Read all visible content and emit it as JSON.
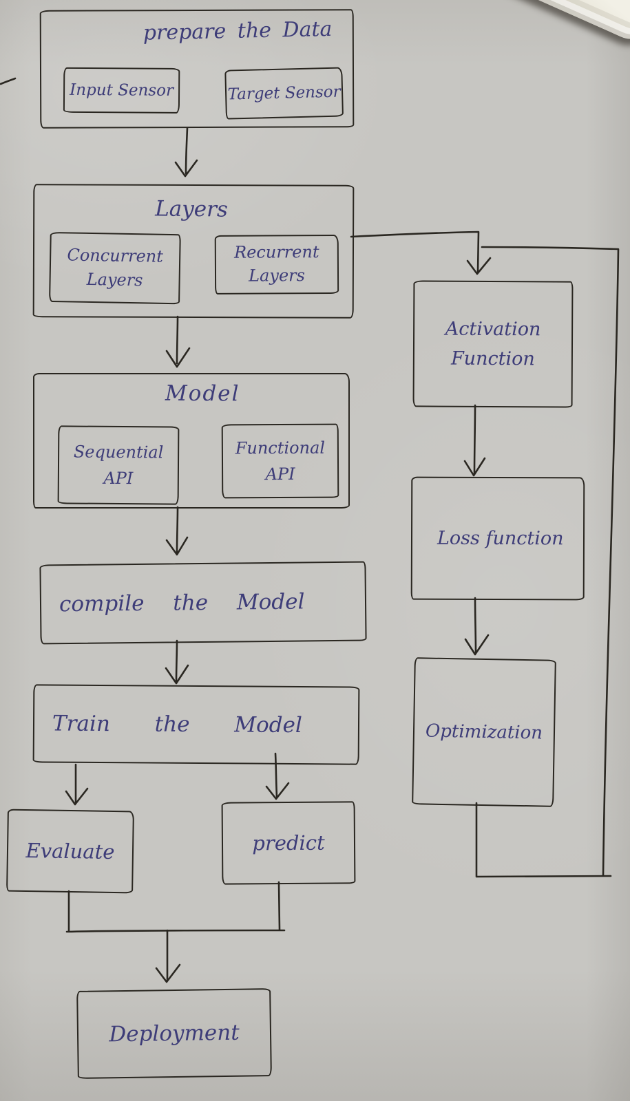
{
  "colors": {
    "paper": "#c7c6c2",
    "line_ink": "#2a2721",
    "pen_ink": "#3d3c78",
    "corner_object": "#ece9dd"
  },
  "flowchart": {
    "nodes": {
      "prepare_data": {
        "title": "prepare the Data",
        "input": "Input Sensor",
        "target": "Target Sensor"
      },
      "layers": {
        "title": "Layers",
        "left": "Concurrent Layers",
        "right": "Recurrent Layers"
      },
      "model": {
        "title": "Model",
        "left": "Sequential API",
        "right": "Functional API"
      },
      "compile": {
        "title": "compile the Model"
      },
      "train": {
        "title": "Train the Model"
      },
      "evaluate": {
        "title": "Evaluate"
      },
      "predict": {
        "title": "predict"
      },
      "deployment": {
        "title": "Deployment"
      },
      "activation_function": {
        "title": "Activation Function"
      },
      "loss_function": {
        "title": "Loss function"
      },
      "optimization": {
        "title": "Optimization"
      }
    },
    "edges": [
      {
        "from": "prepare_data",
        "to": "layers"
      },
      {
        "from": "layers",
        "to": "model"
      },
      {
        "from": "model",
        "to": "compile"
      },
      {
        "from": "compile",
        "to": "train"
      },
      {
        "from": "train",
        "to": "evaluate"
      },
      {
        "from": "train",
        "to": "predict"
      },
      {
        "from": "evaluate",
        "to": "deployment"
      },
      {
        "from": "predict",
        "to": "deployment"
      },
      {
        "from": "layers",
        "to": "activation_function"
      },
      {
        "from": "activation_function",
        "to": "loss_function"
      },
      {
        "from": "loss_function",
        "to": "optimization"
      },
      {
        "from": "optimization",
        "to": "activation_function",
        "type": "feedback-loop"
      }
    ]
  }
}
